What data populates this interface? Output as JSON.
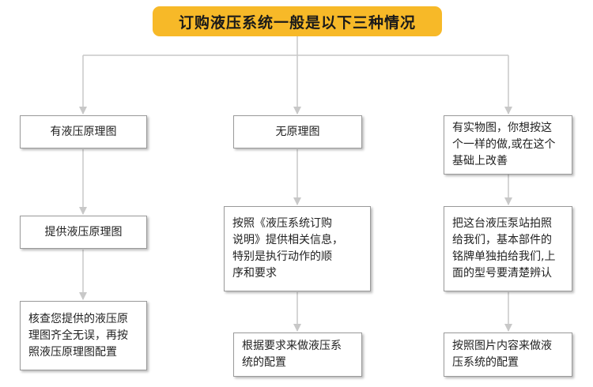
{
  "title": "订购液压系统一般是以下三种情况",
  "columns": [
    {
      "header": "有液压原理图",
      "step1": "提供液压原理图",
      "step2": "核查您提供的液压原\n理图齐全无误，再按\n照液压原理图配置"
    },
    {
      "header": "无原理图",
      "step1": "按照《液压系统订购\n说明》提供相关信息，\n特别是执行动作的顺\n序和要求",
      "step2": "根据要求来做液压系\n统的配置"
    },
    {
      "header": "有实物图，你想按这\n个一样的做,或在这个\n基础上改善",
      "step1": "把这台液压泵站拍照\n给我们，基本部件的\n铭牌单独拍给我们,上\n面的型号要清楚辨认",
      "step2": "按照图片内容来做液\n压系统的配置"
    }
  ],
  "colors": {
    "title_bg": "#f7b928",
    "line": "#c8c8c8",
    "box_border": "#9a9a9a"
  }
}
